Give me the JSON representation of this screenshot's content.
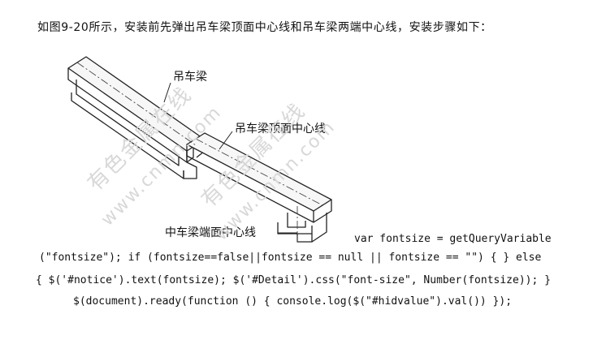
{
  "intro_text": "如图9-20所示，安装前先弹出吊车梁顶面中心线和吊车梁两端中心线，安装步骤如下：",
  "figure": {
    "callouts": {
      "crane_beam": "吊车梁",
      "top_center_line": "吊车梁顶面中心线",
      "end_center_line": "中车梁端面中心线"
    },
    "watermarks": [
      "有色金属在线",
      "www.cnmn.com",
      "有色金属在线",
      "www.cnmn.com"
    ]
  },
  "code_lines": [
    "var fontsize = getQueryVariable",
    "(\"fontsize\"); if (fontsize==false||fontsize == null || fontsize == \"\") { } else",
    "{ $('#notice').text(fontsize); $('#Detail').css(\"font-size\", Number(fontsize)); }",
    "$(document).ready(function () { console.log($(\"#hidvalue\").val()) });"
  ]
}
